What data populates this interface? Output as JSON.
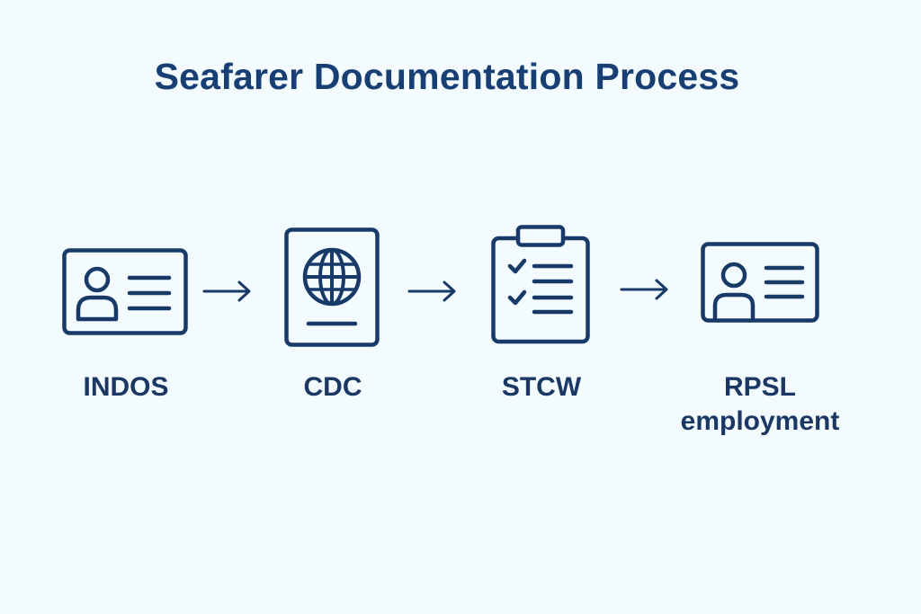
{
  "diagram": {
    "title": "Seafarer Documentation Process",
    "colors": {
      "background": "#f3fbfe",
      "title": "#183f74",
      "icon_stroke": "#173a68",
      "label": "#1b3865"
    },
    "steps": [
      {
        "icon": "id-card-icon",
        "label_lines": [
          "INDOS"
        ]
      },
      {
        "icon": "passport-globe-icon",
        "label_lines": [
          "CDC"
        ]
      },
      {
        "icon": "clipboard-checklist-icon",
        "label_lines": [
          "STCW"
        ]
      },
      {
        "icon": "id-card-icon",
        "label_lines": [
          "RPSL",
          "employment"
        ]
      }
    ],
    "connectors": [
      "arrow-right-icon",
      "arrow-right-icon",
      "arrow-right-icon"
    ]
  }
}
